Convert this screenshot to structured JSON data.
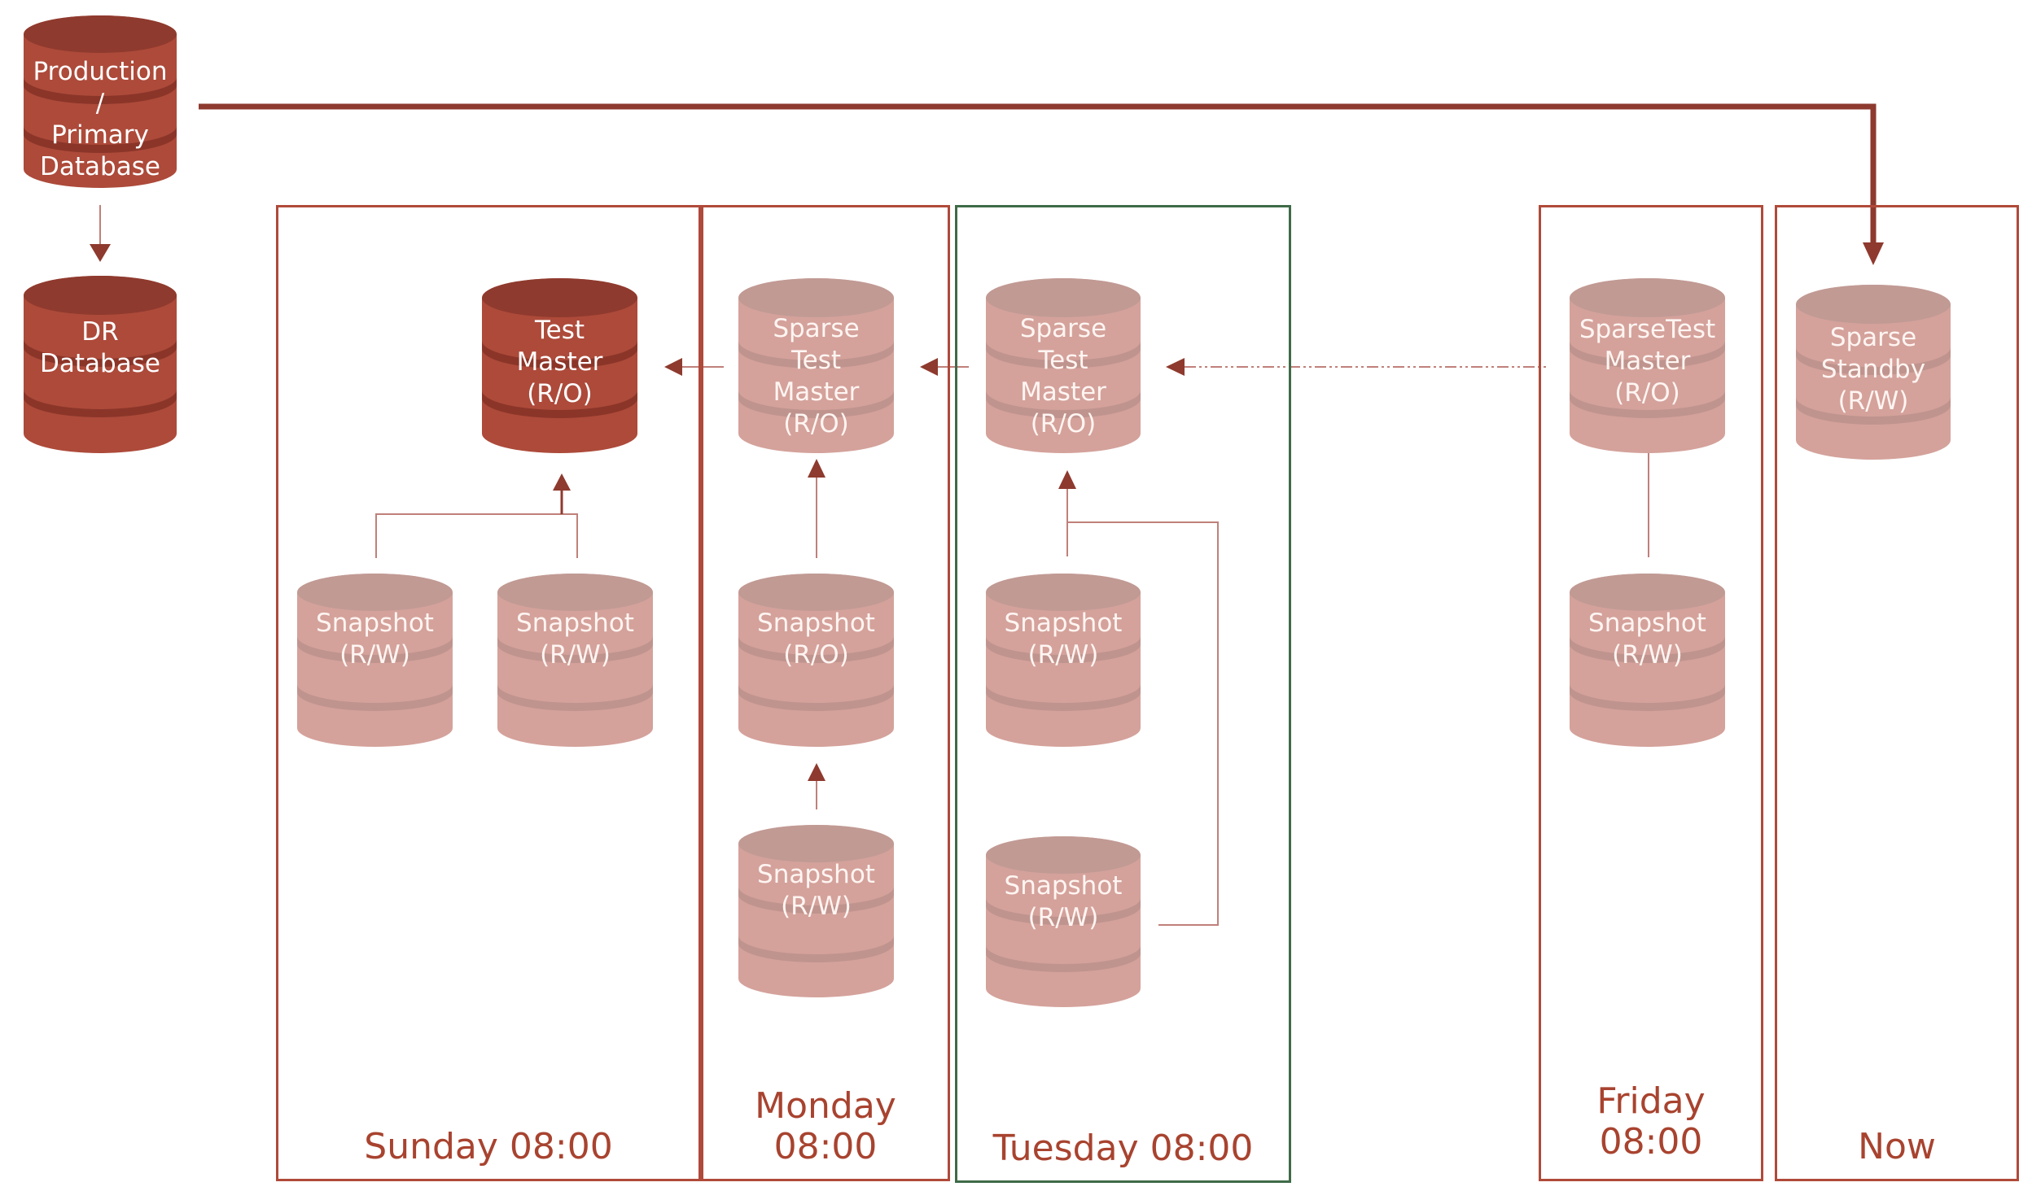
{
  "colors": {
    "accent": "#a8432f",
    "cylinder_solid": "#ad4a3a",
    "cylinder_solid_band": "#8b3529",
    "cylinder_solid_top": "#8f3a2e",
    "cylinder_faded": "#d4a29b",
    "cylinder_faded_band": "#c0948e",
    "cylinder_faded_top": "#c19a94",
    "panel_border": "#b04a3a",
    "panel_border_highlight": "#3e6b48",
    "connector": "#8e3a2e",
    "connector_light": "#c0807a"
  },
  "sources": {
    "production": {
      "lines": [
        "Production",
        "/",
        "Primary",
        "Database"
      ]
    },
    "dr": {
      "lines": [
        "DR",
        "Database"
      ]
    }
  },
  "panels": [
    {
      "id": "sunday",
      "label": "Sunday 08:00",
      "highlight": false
    },
    {
      "id": "monday",
      "label_lines": [
        "Monday",
        "08:00"
      ],
      "highlight": false
    },
    {
      "id": "tuesday",
      "label": "Tuesday 08:00",
      "highlight": true
    },
    {
      "id": "friday",
      "label_lines": [
        "Friday",
        "08:00"
      ],
      "highlight": false
    },
    {
      "id": "now",
      "label": "Now",
      "highlight": false
    }
  ],
  "databases": {
    "sunday_test_master": {
      "lines": [
        "Test",
        "Master",
        "(R/O)"
      ],
      "style": "solid"
    },
    "sunday_snapshot_1": {
      "lines": [
        "Snapshot",
        "(R/W)"
      ],
      "style": "faded"
    },
    "sunday_snapshot_2": {
      "lines": [
        "Snapshot",
        "(R/W)"
      ],
      "style": "faded"
    },
    "monday_sparse_test_master": {
      "lines": [
        "Sparse",
        "Test",
        "Master",
        "(R/O)"
      ],
      "style": "faded"
    },
    "monday_snapshot_ro": {
      "lines": [
        "Snapshot",
        "(R/O)"
      ],
      "style": "faded"
    },
    "monday_snapshot_rw": {
      "lines": [
        "Snapshot",
        "(R/W)"
      ],
      "style": "faded"
    },
    "tuesday_sparse_test_master": {
      "lines": [
        "Sparse",
        "Test",
        "Master",
        "(R/O)"
      ],
      "style": "faded"
    },
    "tuesday_snapshot_1": {
      "lines": [
        "Snapshot",
        "(R/W)"
      ],
      "style": "faded"
    },
    "tuesday_snapshot_2": {
      "lines": [
        "Snapshot",
        "(R/W)"
      ],
      "style": "faded"
    },
    "friday_sparse_test_master": {
      "lines": [
        "SparseTest",
        "Master",
        "(R/O)"
      ],
      "style": "faded"
    },
    "friday_snapshot": {
      "lines": [
        "Snapshot",
        "(R/W)"
      ],
      "style": "faded"
    },
    "now_sparse_standby": {
      "lines": [
        "Sparse",
        "Standby",
        "(R/W)"
      ],
      "style": "faded"
    }
  },
  "connections": [
    {
      "from": "production",
      "to": "dr",
      "style": "solid-light"
    },
    {
      "from": "production",
      "to": "now_sparse_standby",
      "style": "heavy"
    },
    {
      "from": "monday_sparse_test_master",
      "to": "sunday_test_master",
      "style": "solid-light"
    },
    {
      "from": "tuesday_sparse_test_master",
      "to": "monday_sparse_test_master",
      "style": "solid-light"
    },
    {
      "from": "friday_sparse_test_master",
      "to": "tuesday_sparse_test_master",
      "style": "dash-dot"
    },
    {
      "from": "sunday_snapshot_1",
      "to": "sunday_test_master",
      "style": "solid-light"
    },
    {
      "from": "sunday_snapshot_2",
      "to": "sunday_test_master",
      "style": "solid-light"
    },
    {
      "from": "monday_snapshot_ro",
      "to": "monday_sparse_test_master",
      "style": "solid-light"
    },
    {
      "from": "monday_snapshot_rw",
      "to": "monday_snapshot_ro",
      "style": "solid-light"
    },
    {
      "from": "tuesday_snapshot_1",
      "to": "tuesday_sparse_test_master",
      "style": "solid-light"
    },
    {
      "from": "tuesday_snapshot_2",
      "to": "tuesday_sparse_test_master",
      "style": "solid-light"
    },
    {
      "from": "friday_snapshot",
      "to": "friday_sparse_test_master",
      "style": "solid-light"
    }
  ]
}
